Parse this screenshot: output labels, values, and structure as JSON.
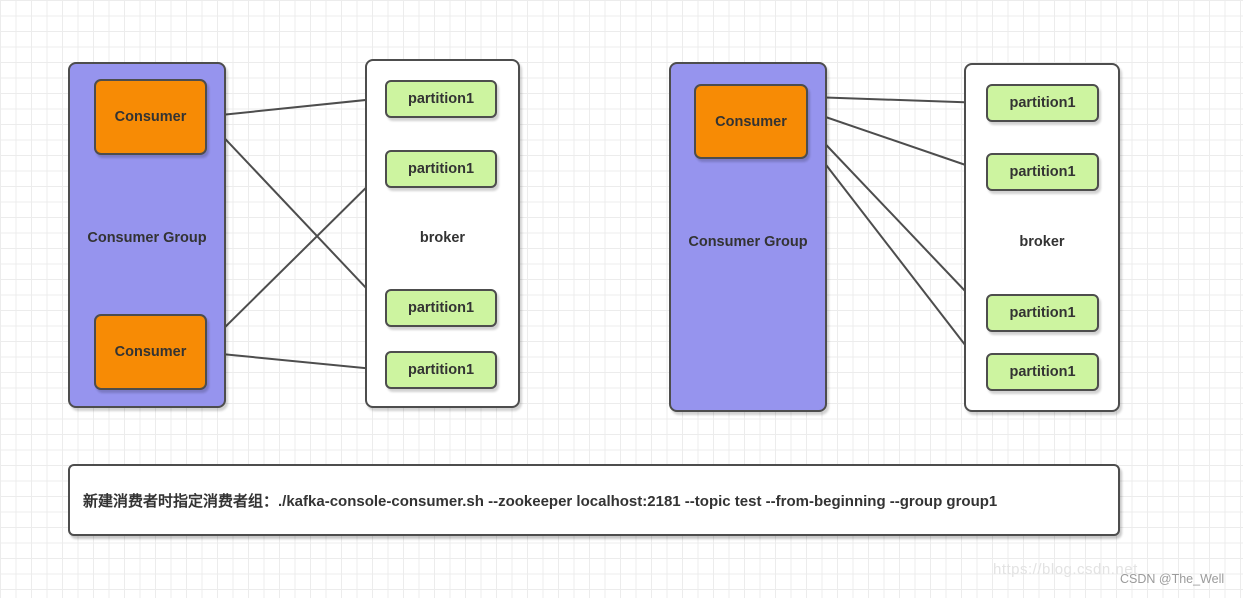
{
  "colors": {
    "consumer_group_fill": "#9694ee",
    "consumer_fill": "#f78b05",
    "partition_fill": "#cdf4a0",
    "white_fill": "#ffffff",
    "box_border": "#4d4d4d",
    "arrow_color": "#4d4d4d",
    "text_color": "#333333",
    "grid_color": "#ececec"
  },
  "diagrams": [
    {
      "id": "left",
      "consumer_group_label": "Consumer Group",
      "consumers": [
        {
          "label": "Consumer"
        },
        {
          "label": "Consumer"
        }
      ],
      "broker_label": "broker",
      "partitions": [
        {
          "label": "partition1"
        },
        {
          "label": "partition1"
        },
        {
          "label": "partition1"
        },
        {
          "label": "partition1"
        }
      ],
      "connections": [
        {
          "from": "partition-1",
          "to": "consumer-1"
        },
        {
          "from": "partition-2",
          "to": "consumer-2"
        },
        {
          "from": "partition-3",
          "to": "consumer-1"
        },
        {
          "from": "partition-4",
          "to": "consumer-2"
        }
      ]
    },
    {
      "id": "right",
      "consumer_group_label": "Consumer Group",
      "consumers": [
        {
          "label": "Consumer"
        }
      ],
      "broker_label": "broker",
      "partitions": [
        {
          "label": "partition1"
        },
        {
          "label": "partition1"
        },
        {
          "label": "partition1"
        },
        {
          "label": "partition1"
        }
      ],
      "connections": [
        {
          "from": "partition-1",
          "to": "consumer-1"
        },
        {
          "from": "partition-2",
          "to": "consumer-1"
        },
        {
          "from": "partition-3",
          "to": "consumer-1"
        },
        {
          "from": "partition-4",
          "to": "consumer-1"
        }
      ]
    }
  ],
  "command_note": {
    "text": "新建消费者时指定消费者组：./kafka-console-consumer.sh --zookeeper localhost:2181 --topic test --from-beginning --group group1"
  },
  "watermark": {
    "url_text": "https://blog.csdn.net",
    "author_text": "CSDN @The_Well"
  }
}
